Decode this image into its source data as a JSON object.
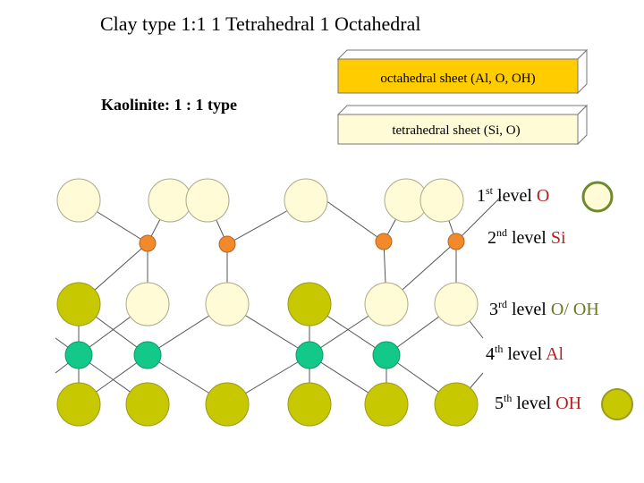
{
  "title": "Clay type 1:1   1 Tetrahedral  1 Octahedral",
  "subtitle": "Kaolinite: 1 : 1 type",
  "sheets": {
    "octahedral": "octahedral sheet (Al, O, OH)",
    "tetrahedral": "tetrahedral sheet (Si, O)"
  },
  "levels": [
    {
      "num": "1",
      "sup": "st",
      "word": " level ",
      "element": "O"
    },
    {
      "num": "2",
      "sup": "nd",
      "word": " level ",
      "element": "Si"
    },
    {
      "num": "3",
      "sup": "rd",
      "word": " level ",
      "element": "O/ OH"
    },
    {
      "num": "4",
      "sup": "th",
      "word": " level ",
      "element": "Al"
    },
    {
      "num": "5",
      "sup": "th",
      "word": " level ",
      "element": "OH"
    }
  ],
  "colors": {
    "oxygen_fill": "#fffbd6",
    "oxygen_stroke": "#aaa98c",
    "silicon_fill": "#f28a2c",
    "silicon_stroke": "#b8631f",
    "hydroxyl_fill": "#c8c800",
    "hydroxyl_stroke": "#9a9a22",
    "aluminum_fill": "#13c98a",
    "aluminum_stroke": "#0f9666",
    "sheet_face": "#ffcc00",
    "legend_ring": "#6f8a2c",
    "label_red": "#b22222",
    "label_olive": "#6b7a1e"
  }
}
